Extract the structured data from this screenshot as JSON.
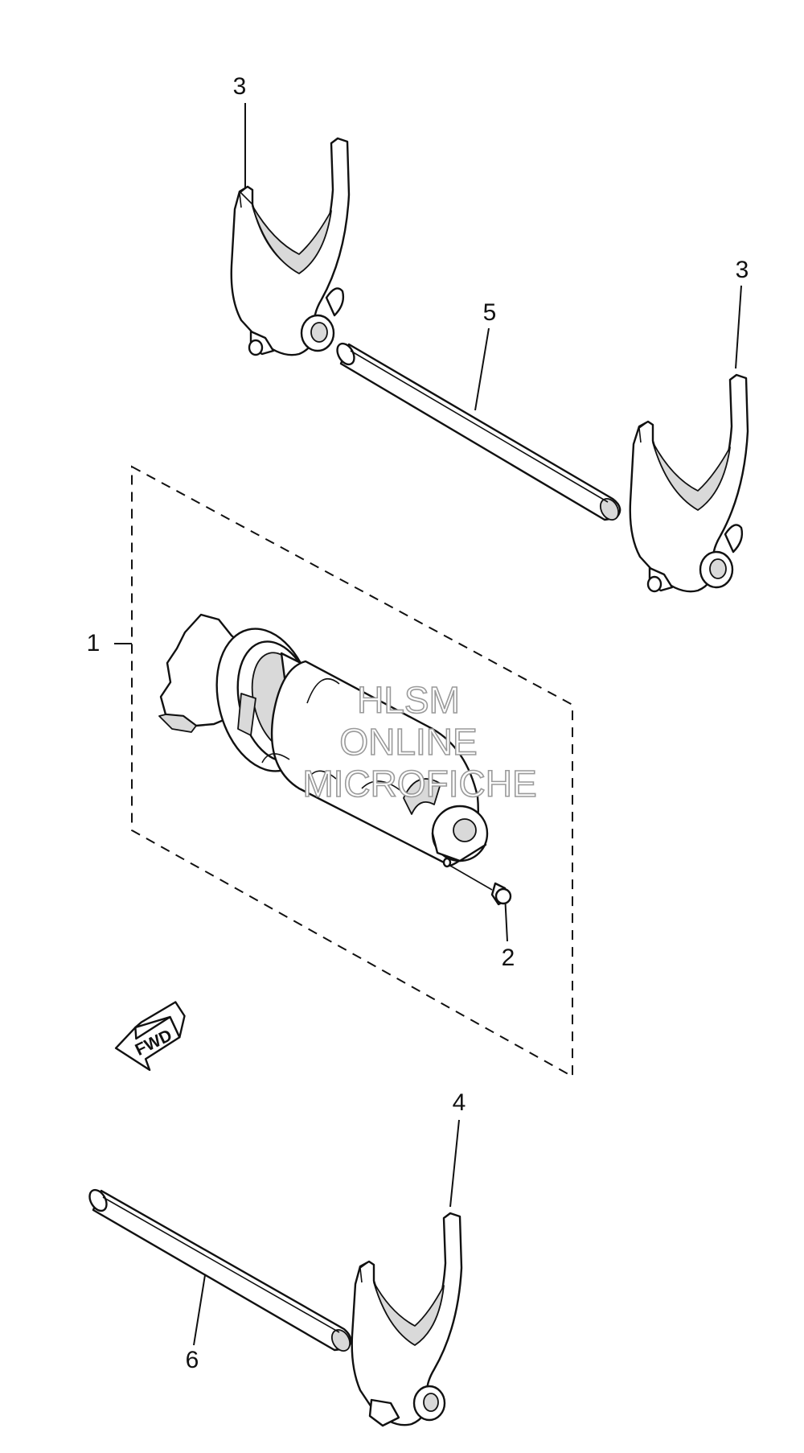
{
  "callouts": [
    {
      "id": "shift-drum-assembly",
      "label": "1"
    },
    {
      "id": "pin",
      "label": "2"
    },
    {
      "id": "shift-fork-top-left",
      "label": "3"
    },
    {
      "id": "shift-fork-top-right",
      "label": "3"
    },
    {
      "id": "shift-fork-bottom",
      "label": "4"
    },
    {
      "id": "guide-bar-upper",
      "label": "5"
    },
    {
      "id": "guide-bar-lower",
      "label": "6"
    }
  ],
  "direction_arrow": {
    "label": "FWD"
  },
  "watermark": {
    "lines": [
      "HLSM",
      "ONLINE",
      "MICROFICHE"
    ]
  }
}
